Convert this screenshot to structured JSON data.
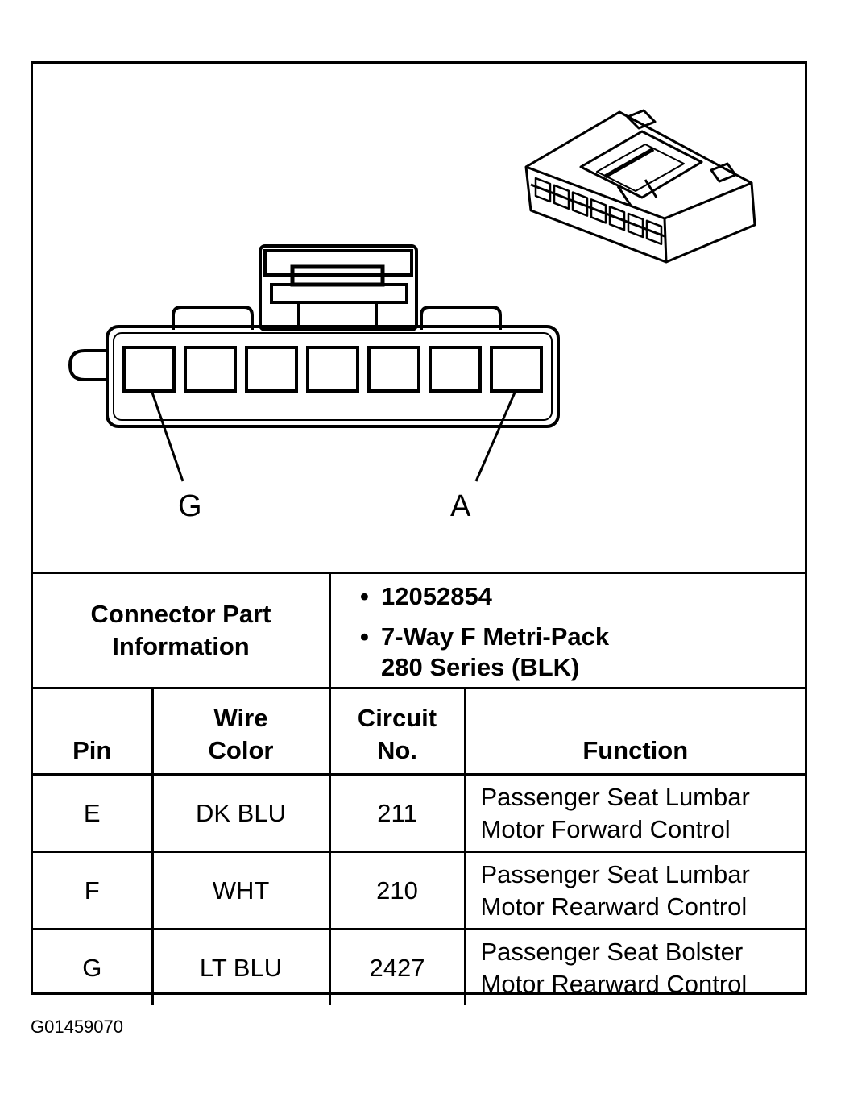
{
  "diagram": {
    "pin_labels": [
      "G",
      "A"
    ],
    "cavity_count": 7
  },
  "connector_info": {
    "label_line1": "Connector Part",
    "label_line2": "Information",
    "bullets": [
      {
        "line1": "12052854",
        "line2": ""
      },
      {
        "line1": "7-Way F Metri-Pack",
        "line2": "280 Series (BLK)"
      }
    ]
  },
  "pin_table": {
    "headers": {
      "pin": "Pin",
      "wire_color_1": "Wire",
      "wire_color_2": "Color",
      "circuit_1": "Circuit",
      "circuit_2": "No.",
      "function": "Function"
    },
    "rows": [
      {
        "pin": "E",
        "wire_color": "DK BLU",
        "circuit": "211",
        "function_1": "Passenger Seat Lumbar",
        "function_2": "Motor Forward Control"
      },
      {
        "pin": "F",
        "wire_color": "WHT",
        "circuit": "210",
        "function_1": "Passenger Seat Lumbar",
        "function_2": "Motor Rearward Control"
      },
      {
        "pin": "G",
        "wire_color": "LT BLU",
        "circuit": "2427",
        "function_1": "Passenger Seat Bolster",
        "function_2": "Motor Rearward Control"
      }
    ]
  },
  "footer": {
    "figure_code": "G01459070"
  }
}
